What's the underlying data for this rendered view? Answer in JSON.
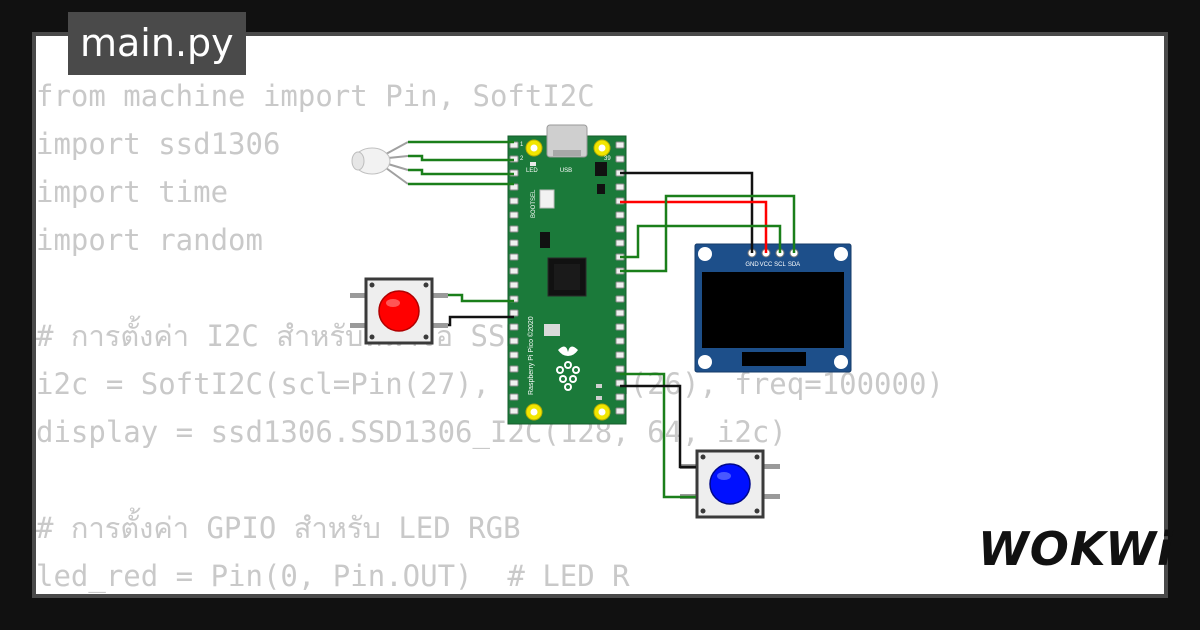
{
  "file_tab": {
    "label": "main.py"
  },
  "code_lines": [
    "from machine import Pin, SoftI2C",
    "import ssd1306",
    "import time",
    "import random",
    "",
    "# การตั้งค่า I2C สำหรับหน้าจอ SSD1306",
    "i2c = SoftI2C(scl=Pin(27), sda=Pin(26), freq=100000)",
    "display = ssd1306.SSD1306_I2C(128, 64, i2c)",
    "",
    "# การตั้งค่า GPIO สำหรับ LED RGB",
    "led_red = Pin(0, Pin.OUT)  # LED R"
  ],
  "board": {
    "usb_label": "USB",
    "led_label": "LED",
    "bootsel_label": "BOOTSEL",
    "silkscreen": "Raspberry Pi Pico ©2020",
    "pin_left_top_1": "1",
    "pin_left_top_2": "2",
    "pin_right_top": "39"
  },
  "oled": {
    "pin_labels": [
      "GND",
      "VCC",
      "SCL",
      "SDA"
    ]
  },
  "logo": {
    "text": "WOKWi"
  },
  "colors": {
    "wire_green": "#1a7f1a",
    "wire_red": "#ff0000",
    "wire_black": "#111111",
    "pico_green": "#1b7a3a",
    "oled_blue": "#1d4f8a",
    "button_red": "#ff0000",
    "button_blue": "#0010ff"
  }
}
